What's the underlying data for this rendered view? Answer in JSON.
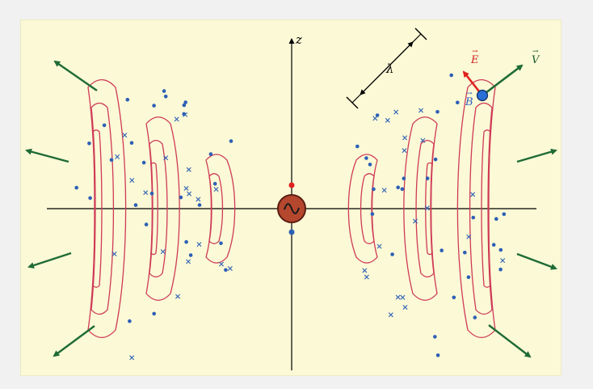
{
  "diagram": {
    "labels": {
      "z_axis": "z",
      "wavelength": "λ",
      "e_field": "E",
      "b_field": "B",
      "velocity": "V"
    },
    "colors": {
      "background": "#fbf9d6",
      "field_line": "#cf3a57",
      "marker": "#2d5fb5",
      "arrow": "#1f6b35",
      "source": "#8c3826",
      "axis": "#000000"
    },
    "source_icon": "ac-source-icon",
    "markers": [
      "dot",
      "cross"
    ]
  }
}
